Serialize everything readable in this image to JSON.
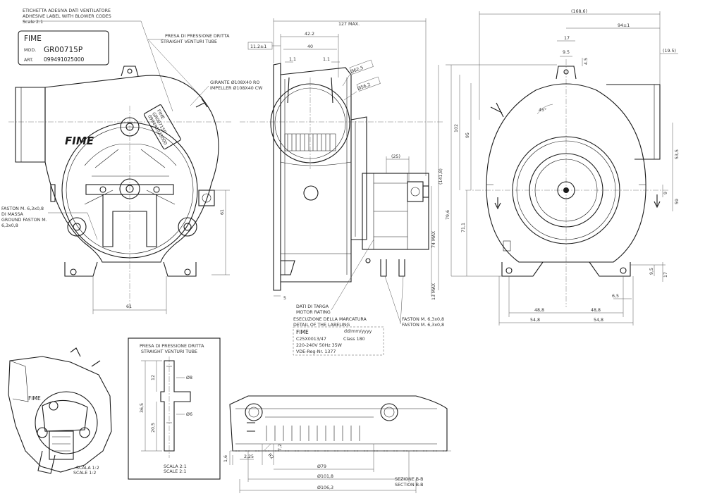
{
  "title_block": {
    "brand": "FIME",
    "mod_label": "MOD.",
    "mod_value": "GR00715P",
    "art_label": "ART.",
    "art_value": "099491025000"
  },
  "notes": {
    "label_note_it": "ETICHETTA ADESIVA DATI VENTILATORE",
    "label_note_en": "ADHESIVE LABEL WITH BLOWER CODES",
    "label_scale": "Scale 2:1",
    "venturi_it": "PRESA DI PRESSIONE DRITTA",
    "venturi_en": "STRAIGHT VENTURI TUBE",
    "impeller_it": "GIRANTE Ø108X40 RO",
    "impeller_en": "IMPELLER Ø108X40 CW",
    "faston_1": "FASTON M. 6,3x0,8",
    "faston_2": "DI MASSA",
    "faston_3": "GROUND FASTON M.",
    "faston_4": "6,3x0,8",
    "rating_it": "DATI DI TARGA",
    "rating_en": "MOTOR RATING",
    "marking_it": "ESECUZIONE DELLA MARCATURA",
    "marking_en": "DETAIL OF THE LABELING",
    "faston_r1": "FASTON M. 6,3x0,8",
    "faston_r2": "FASTON M. 6,3x0,8",
    "scale_a1": "SCALA 1:2",
    "scale_a2": "SCALE 1:2",
    "scale_b1": "SCALA 2:1",
    "scale_b2": "SCALE 2:1",
    "section_it": "SEZIONE B-B",
    "section_en": "SECTION B-B"
  },
  "motor_label": {
    "brand": "FIME",
    "date": "dd/mm/yyyy",
    "line1": "C25X0013/47",
    "line1b": "Class 180",
    "line2": "220-240V  50Hz  35W",
    "line3": "VDE-Reg-Nr. 1377"
  },
  "logo_text": "FIME",
  "dimensions": {
    "front_61_h": "61",
    "front_61_v": "61",
    "side_127": "127 MAX.",
    "side_42": "42.2",
    "side_40": "40",
    "side_11a": "1.1",
    "side_11b": "1.1",
    "side_112": "11.2±1",
    "side_d62": "Ø62,5",
    "side_d56": "Ø56,2",
    "side_25": "(25)",
    "side_1418": "(141,8)",
    "side_74": "74 MAX",
    "side_13": "13 MAX",
    "side_5": "5",
    "r_1686": "(168,6)",
    "r_94": "94±1",
    "r_17": "17",
    "r_95": "9.5",
    "r_45": "4.5",
    "r_195": "(19.5)",
    "r_45deg": "45°",
    "r_102": "102",
    "r_95v": "95",
    "r_711": "71,1",
    "r_796": "79,6",
    "r_535": "53,5",
    "r_9": "9",
    "r_59": "59",
    "r_95b": "9,5",
    "r_17b": "17",
    "r_65": "6,5",
    "r_488a": "48,8",
    "r_488b": "48,8",
    "r_548a": "54,8",
    "r_548b": "54,8",
    "v_12": "12",
    "v_365": "36,5",
    "v_205": "20,5",
    "v_d8": "Ø8",
    "v_d6": "Ø6",
    "s_16": "1,6",
    "s_225": "2,25",
    "s_72": "7,2",
    "s_d79": "Ø79",
    "s_d1018": "Ø101,8",
    "s_d1063": "Ø106,3",
    "s_r2": "R2"
  }
}
